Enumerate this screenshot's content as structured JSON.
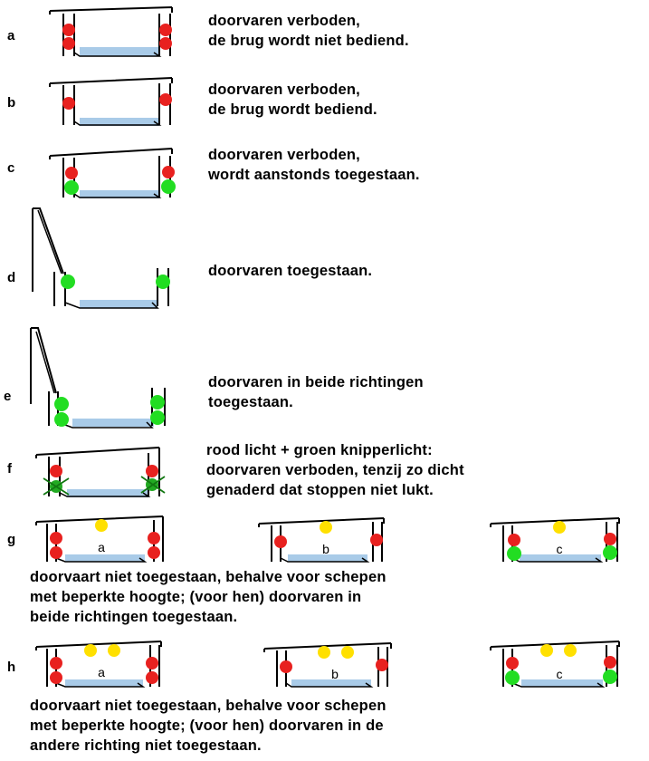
{
  "rows": [
    {
      "letter": "a",
      "lines": [
        "doorvaren verboden,",
        "de brug wordt niet bediend."
      ]
    },
    {
      "letter": "b",
      "lines": [
        "doorvaren verboden,",
        "de brug wordt bediend."
      ]
    },
    {
      "letter": "c",
      "lines": [
        "doorvaren verboden,",
        "wordt aanstonds toegestaan."
      ]
    },
    {
      "letter": "d",
      "lines": [
        "doorvaren toegestaan."
      ]
    },
    {
      "letter": "e",
      "lines": [
        "doorvaren in beide richtingen",
        "toegestaan."
      ]
    },
    {
      "letter": "f",
      "lines": [
        "rood licht + groen knipperlicht:",
        "doorvaren verboden, tenzij zo dicht",
        "genaderd dat stoppen niet lukt."
      ]
    },
    {
      "letter": "g",
      "sublabels": [
        "a",
        "b",
        "c"
      ],
      "lines": [
        "doorvaart niet toegestaan, behalve voor schepen",
        "met beperkte hoogte; (voor hen) doorvaren in",
        "beide richtingen toegestaan."
      ]
    },
    {
      "letter": "h",
      "sublabels": [
        "a",
        "b",
        "c"
      ],
      "lines": [
        "doorvaart niet toegestaan, behalve voor schepen",
        "met beperkte hoogte; (voor hen) doorvaren in de",
        "andere richting niet toegestaan."
      ]
    }
  ],
  "colors": {
    "red": "#e8211f",
    "green": "#22dd22",
    "yellow": "#ffe000",
    "water": "#a9cbe8",
    "line": "#000000"
  }
}
